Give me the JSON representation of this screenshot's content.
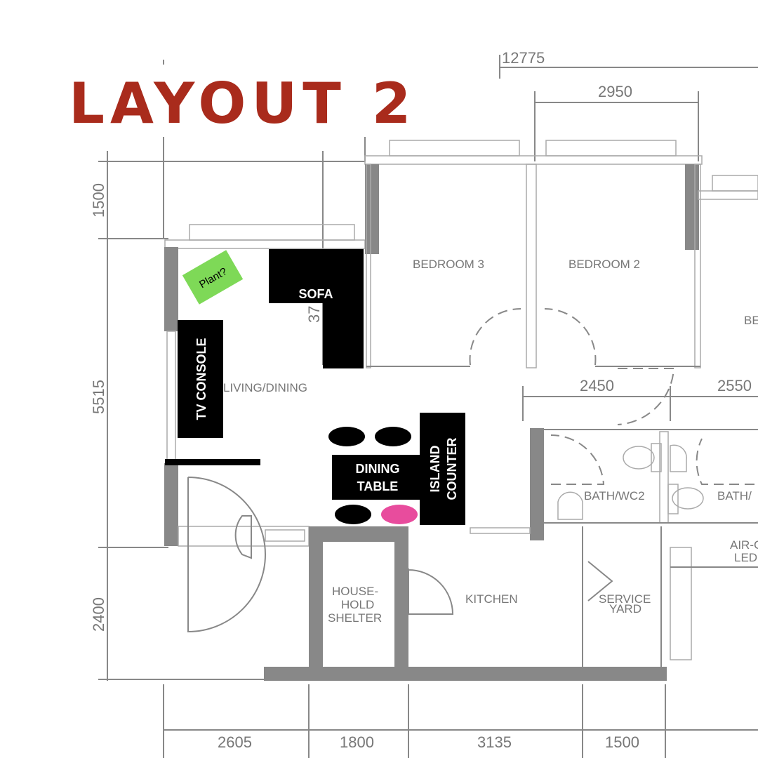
{
  "title": "LAYOUT 2",
  "colors": {
    "title": "#A92B1C",
    "walls": "#888888",
    "furniture": "#000000",
    "plant": "#7ED957",
    "chair_highlight": "#E84C9D"
  },
  "dimensions": {
    "top_total": "12775",
    "top_bedroom2": "2950",
    "mid_2450": "2450",
    "mid_2550": "2550",
    "left_1500": "1500",
    "left_5515": "5515",
    "left_2400": "2400",
    "bottom": [
      "2605",
      "1800",
      "3135",
      "1500"
    ],
    "sofa_partial": "37"
  },
  "rooms": {
    "bedroom3": "BEDROOM 3",
    "bedroom2": "BEDROOM 2",
    "bedroom_partial": "BE",
    "living": "LIVING/DINING",
    "bath2": "BATH/WC2",
    "bath_partial": "BATH/",
    "aircon": [
      "AIR-C",
      "LEDG"
    ],
    "shelter": [
      "HOUSE-",
      "HOLD",
      "SHELTER"
    ],
    "kitchen": "KITCHEN",
    "service": [
      "SERVICE",
      "YARD"
    ]
  },
  "furniture": {
    "plant": "Plant?",
    "sofa": "SOFA",
    "tv": "TV CONSOLE",
    "dining": [
      "DINING",
      "TABLE"
    ],
    "island": [
      "ISLAND",
      "COUNTER"
    ]
  }
}
